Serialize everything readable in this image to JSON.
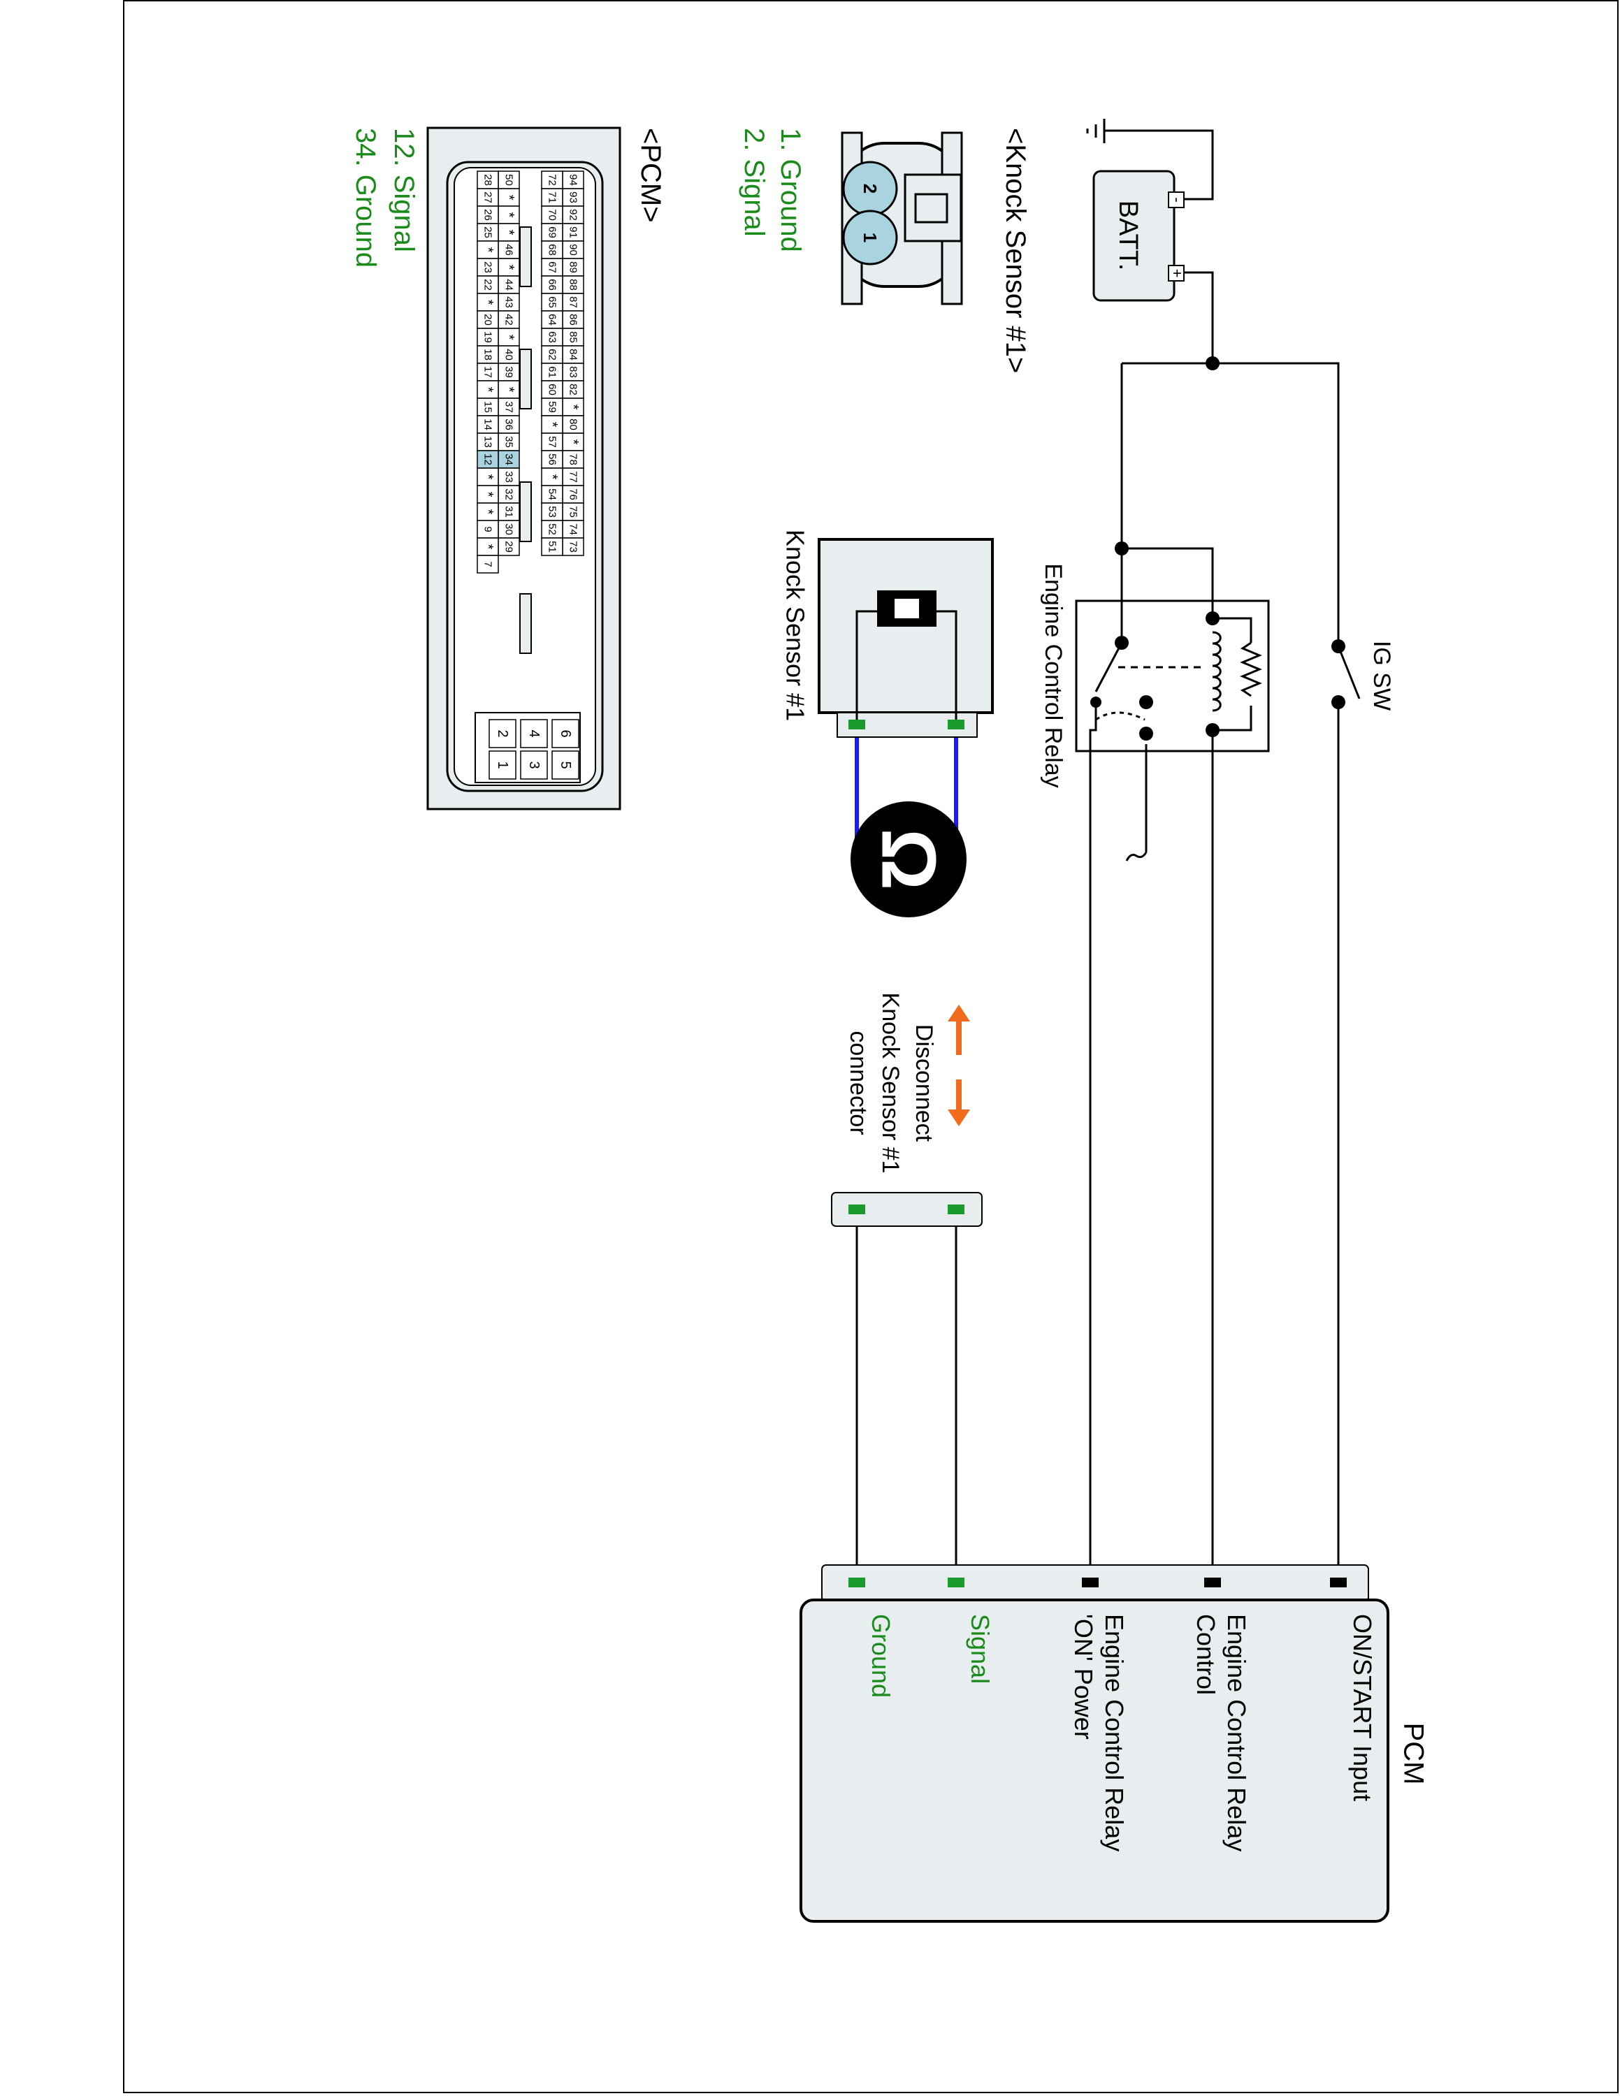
{
  "colors": {
    "wire": "#000000",
    "sensor_wire": "#1a1aff",
    "green_label": "#1a8a1a",
    "green_pin": "#1b9a2e",
    "orange": "#f26a1b",
    "panel_fill": "#e8eef0",
    "highlight_pin": "#a9d3df"
  },
  "battery": {
    "label": "BATT.",
    "minus": "-",
    "plus": "+"
  },
  "ig_switch": {
    "label": "IG SW"
  },
  "relay": {
    "label": "Engine Control Relay"
  },
  "knock_sensor": {
    "label": "Knock Sensor #1"
  },
  "ohmmeter": {
    "symbol": "Ω",
    "icon": "ohm-icon"
  },
  "disconnect_note": {
    "line1": "Disconnect",
    "line2": "Knock Sensor #1",
    "line3": "connector"
  },
  "pcm_box": {
    "title": "PCM",
    "pins": [
      {
        "label": "ON/START Input",
        "color": "black"
      },
      {
        "label": "Engine Control Relay Control",
        "color": "black"
      },
      {
        "label": "Engine Control Relay 'ON' Power",
        "color": "black"
      },
      {
        "label": "Signal",
        "color": "green"
      },
      {
        "label": "Ground",
        "color": "green"
      }
    ]
  },
  "sensor_connector": {
    "title": "<Knock Sensor #1>",
    "pins": [
      "1. Ground",
      "2. Signal"
    ],
    "cavities": [
      "2",
      "1"
    ]
  },
  "pcm_connector": {
    "title": "<PCM>",
    "pins": [
      "12. Signal",
      "34. Ground"
    ],
    "rows": [
      [
        "94",
        "93",
        "92",
        "91",
        "90",
        "89",
        "88",
        "87",
        "86",
        "85",
        "84",
        "83",
        "82",
        "*",
        "80",
        "*",
        "78",
        "77",
        "76",
        "75",
        "74",
        "73"
      ],
      [
        "72",
        "71",
        "70",
        "69",
        "68",
        "67",
        "66",
        "65",
        "64",
        "63",
        "62",
        "61",
        "60",
        "59",
        "*",
        "57",
        "56",
        "*",
        "54",
        "53",
        "52",
        "51"
      ],
      [
        "50",
        "*",
        "*",
        "*",
        "46",
        "*",
        "44",
        "43",
        "42",
        "*",
        "40",
        "39",
        "*",
        "37",
        "36",
        "35",
        "34",
        "33",
        "32",
        "31",
        "30",
        "29"
      ],
      [
        "28",
        "27",
        "26",
        "25",
        "*",
        "23",
        "22",
        "*",
        "20",
        "19",
        "18",
        "17",
        "*",
        "15",
        "14",
        "13",
        "12",
        "*",
        "*",
        "*",
        "9",
        "*",
        "7"
      ]
    ],
    "small_block": [
      [
        "6",
        "5"
      ],
      [
        "4",
        "3"
      ],
      [
        "2",
        "1"
      ]
    ],
    "highlighted": [
      "12",
      "34"
    ]
  }
}
